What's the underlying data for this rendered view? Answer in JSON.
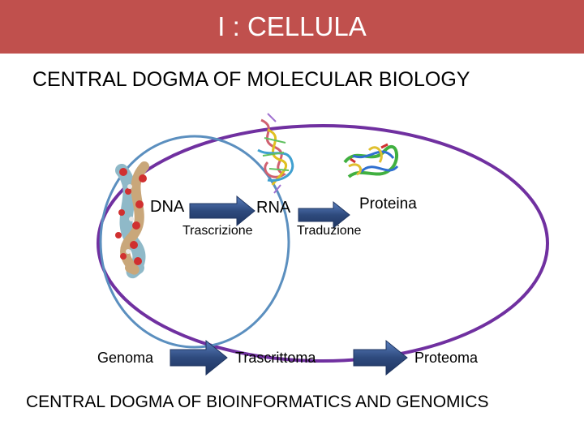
{
  "header": {
    "title": "I : CELLULA"
  },
  "subtitle": "CENTRAL DOGMA OF MOLECULAR BIOLOGY",
  "molecular": {
    "dna_label": "DNA",
    "rna_label": "RNA",
    "protein_label": "Proteina",
    "transcription_label": "Trascrizione",
    "translation_label": "Traduzione"
  },
  "omics": {
    "genome_label": "Genoma",
    "transcriptome_label": "Trascrittoma",
    "proteome_label": "Proteoma"
  },
  "footer": "CENTRAL DOGMA OF BIOINFORMATICS AND GENOMICS",
  "colors": {
    "header_bg": "#c0504d",
    "cell_outline": "#7030a0",
    "nucleus_outline": "#5b8fbf",
    "arrow_fill": "#2e4a7d"
  }
}
